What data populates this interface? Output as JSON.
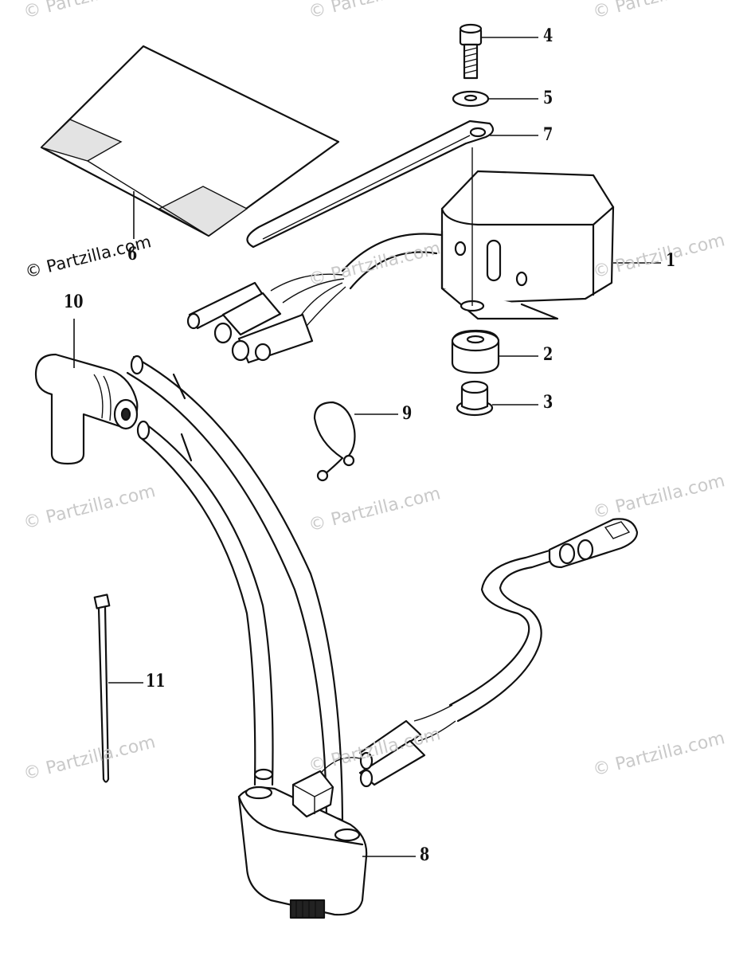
{
  "watermark": {
    "text": "Partzilla.com",
    "symbol": "©",
    "color": "#c9c9c9"
  },
  "main_watermark": "© Partzilla.com",
  "parts": [
    {
      "id": "part-1",
      "label": "1",
      "name": "cdi-unit"
    },
    {
      "id": "part-2",
      "label": "2",
      "name": "grommet"
    },
    {
      "id": "part-3",
      "label": "3",
      "name": "collar"
    },
    {
      "id": "part-4",
      "label": "4",
      "name": "bolt"
    },
    {
      "id": "part-5",
      "label": "5",
      "name": "washer"
    },
    {
      "id": "part-6",
      "label": "6",
      "name": "decal-sheet"
    },
    {
      "id": "part-7",
      "label": "7",
      "name": "ground-strap"
    },
    {
      "id": "part-8",
      "label": "8",
      "name": "ignition-coil"
    },
    {
      "id": "part-9",
      "label": "9",
      "name": "wire-clamp"
    },
    {
      "id": "part-10",
      "label": "10",
      "name": "spark-plug-cap"
    },
    {
      "id": "part-11",
      "label": "11",
      "name": "cable-tie"
    }
  ]
}
